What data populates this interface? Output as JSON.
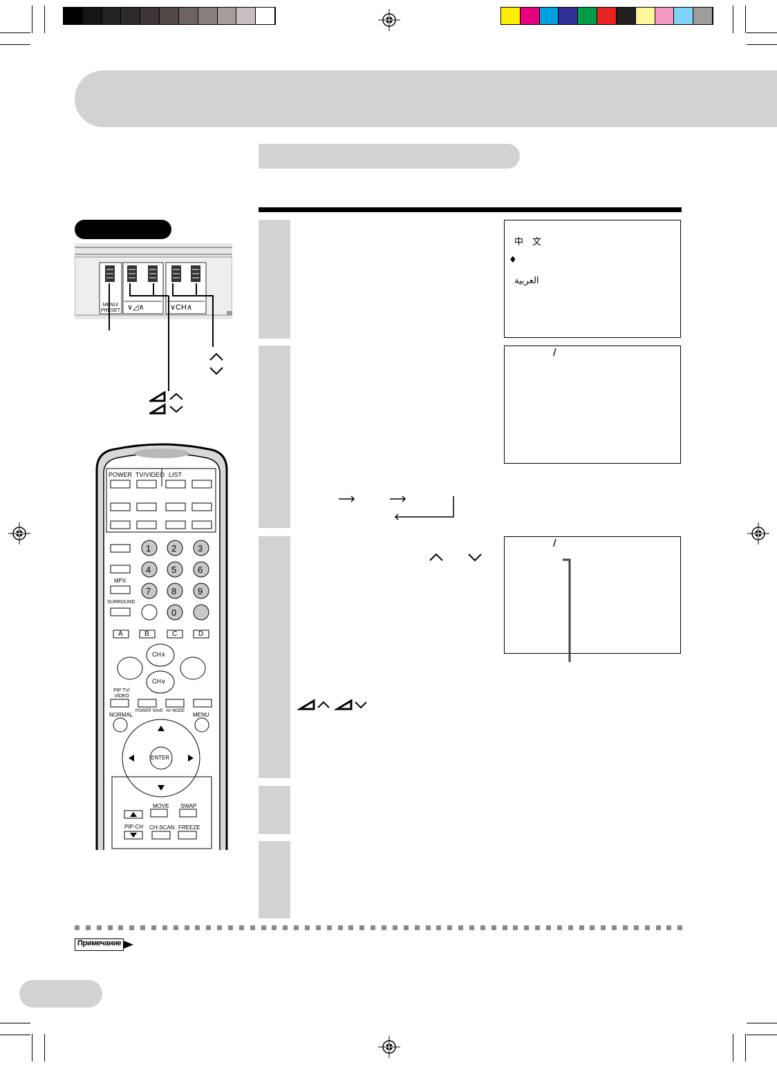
{
  "colors": {
    "band": "#d2d2d2",
    "grayscale": [
      "#000000",
      "#151515",
      "#222222",
      "#2f2828",
      "#3d3535",
      "#534848",
      "#6e6262",
      "#8a8080",
      "#a69c9c",
      "#c8c0c0",
      "#ffffff"
    ],
    "process": [
      "#ffee00",
      "#e6007e",
      "#00a0e0",
      "#2e3192",
      "#009b48",
      "#e52421",
      "#231f20",
      "#fff799",
      "#f49ac1",
      "#7fd3f5",
      "#9d9d9d"
    ]
  },
  "osd1": {
    "chinese": "中　文",
    "selector": "♦",
    "arabic": "العربية"
  },
  "osd2": {
    "slash": "/"
  },
  "osd3": {
    "slash": "/"
  },
  "tv_panel": {
    "menu_label": "MENU/ PRESET",
    "vol_label": "∨◿∧",
    "ch_label": "∨CH∧"
  },
  "remote": {
    "power": "POWER",
    "tvvideo": "TV/VIDEO",
    "list": "LIST",
    "digits": [
      "1",
      "2",
      "3",
      "4",
      "5",
      "6",
      "7",
      "8",
      "9",
      "0"
    ],
    "mpx": "MPX",
    "surround": "SURROUND",
    "abcd": [
      "A",
      "B",
      "C",
      "D"
    ],
    "ch": "CH",
    "pip_tv_video": "PIP TV/ VIDEO",
    "power_save": "POWER SAVE",
    "av_mode": "AV MODE",
    "normal": "NORMAL",
    "menu": "MENU",
    "enter": "ENTER",
    "move": "MOVE",
    "swap": "SWAP",
    "pip_ch": "PIP-CH",
    "ch_scan": "CH-SCAN",
    "freeze": "FREEZE"
  },
  "note_label": "Примечание"
}
